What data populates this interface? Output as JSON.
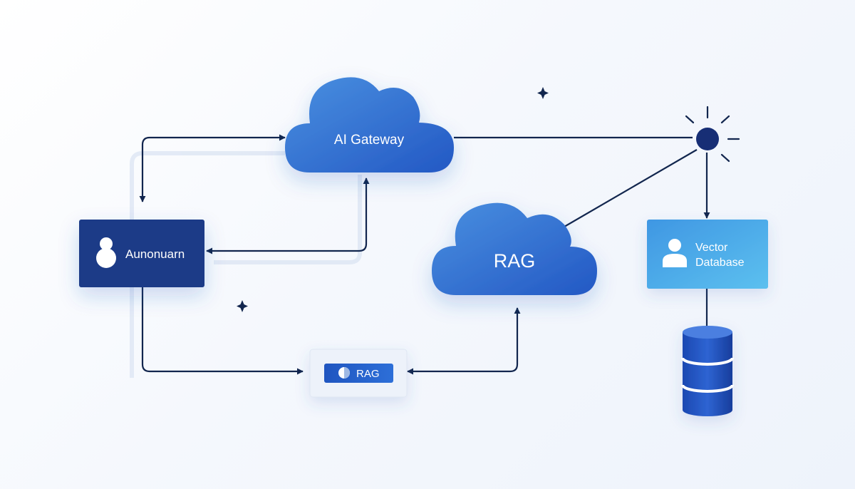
{
  "nodes": {
    "user_box": {
      "label": "Aunonuarn"
    },
    "ai_gateway": {
      "label": "AI Gateway"
    },
    "rag_cloud": {
      "label": "RAG"
    },
    "rag_module": {
      "label": "RAG"
    },
    "vector_db": {
      "label_line1": "Vector",
      "label_line2": "Database"
    }
  },
  "colors": {
    "navy": "#1a3a87",
    "cloud_light": "#4a90e0",
    "cloud_dark": "#2358c4",
    "accent_light": "#4fb4ec",
    "connector": "#12264e"
  }
}
